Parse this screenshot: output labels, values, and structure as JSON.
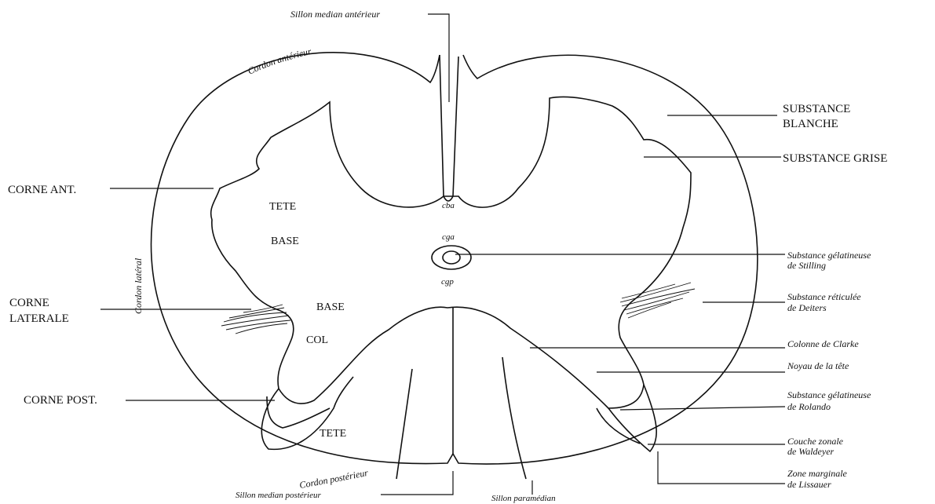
{
  "title": "",
  "labels": {
    "sillon_median_anterieur": "Sillon median antérieur",
    "cordon_anterieur": "Cordon antérieur",
    "cordon_lateral": "Cordon latéral",
    "cordon_posterieur": "Cordon postérieur",
    "sillon_median_posterieur": "Sillon median postérieur",
    "sillon_paramedian": "Sillon paramédian",
    "substance_blanche_1": "SUBSTANCE",
    "substance_blanche_2": "BLANCHE",
    "substance_grise": "SUBSTANCE GRISE",
    "corne_ant": "CORNE ANT.",
    "corne_laterale_1": "CORNE",
    "corne_laterale_2": "LATERALE",
    "corne_post": "CORNE POST.",
    "tete_ant": "TETE",
    "base_ant": "BASE",
    "base_post": "BASE",
    "col": "COL",
    "tete_post": "TETE",
    "cba": "cba",
    "cga": "cga",
    "cgp": "cgp",
    "stilling_1": "Substance gélatineuse",
    "stilling_2": "de Stilling",
    "deiters_1": "Substance réticulée",
    "deiters_2": "de Deiters",
    "clarke": "Colonne de Clarke",
    "noyau_tete": "Noyau de la tête",
    "rolando_1": "Substance gélatineuse",
    "rolando_2": "de Rolando",
    "waldeyer_1": "Couche zonale",
    "waldeyer_2": "de Waldeyer",
    "lissauer_1": "Zone marginale",
    "lissauer_2": "de Lissauer"
  }
}
